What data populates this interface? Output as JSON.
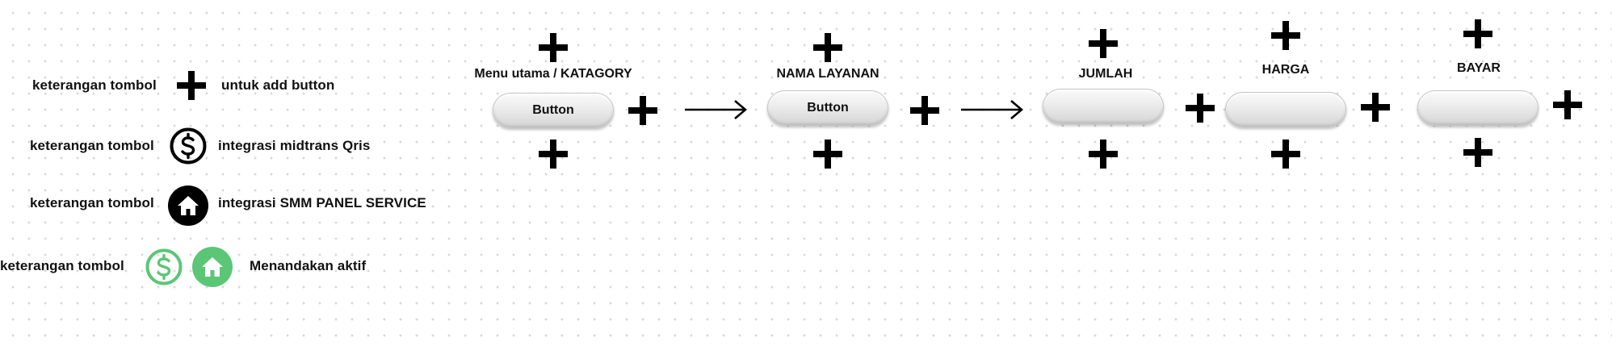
{
  "legend": {
    "rows": [
      {
        "label": "keterangan tombol",
        "desc": "untuk add button",
        "icon": "plus-icon"
      },
      {
        "label": "keterangan tombol",
        "desc": "integrasi midtrans Qris",
        "icon": "dollar-circle-icon"
      },
      {
        "label": "keterangan tombol",
        "desc": "integrasi SMM PANEL SERVICE",
        "icon": "home-circle-icon"
      },
      {
        "label": "keterangan tombol",
        "desc": "Menandakan aktif",
        "icon": "active-icons"
      }
    ]
  },
  "flow": {
    "steps": [
      {
        "title": "Menu utama / KATAGORY",
        "button": "Button"
      },
      {
        "title": "NAMA LAYANAN",
        "button": "Button"
      },
      {
        "title": "JUMLAH",
        "button": ""
      },
      {
        "title": "HARGA",
        "button": ""
      },
      {
        "title": "BAYAR",
        "button": ""
      }
    ]
  },
  "colors": {
    "ink": "#000000",
    "active_green": "#5cc677",
    "button_gray": "#e6e6e6",
    "dot_grid": "#d9d9d9"
  }
}
